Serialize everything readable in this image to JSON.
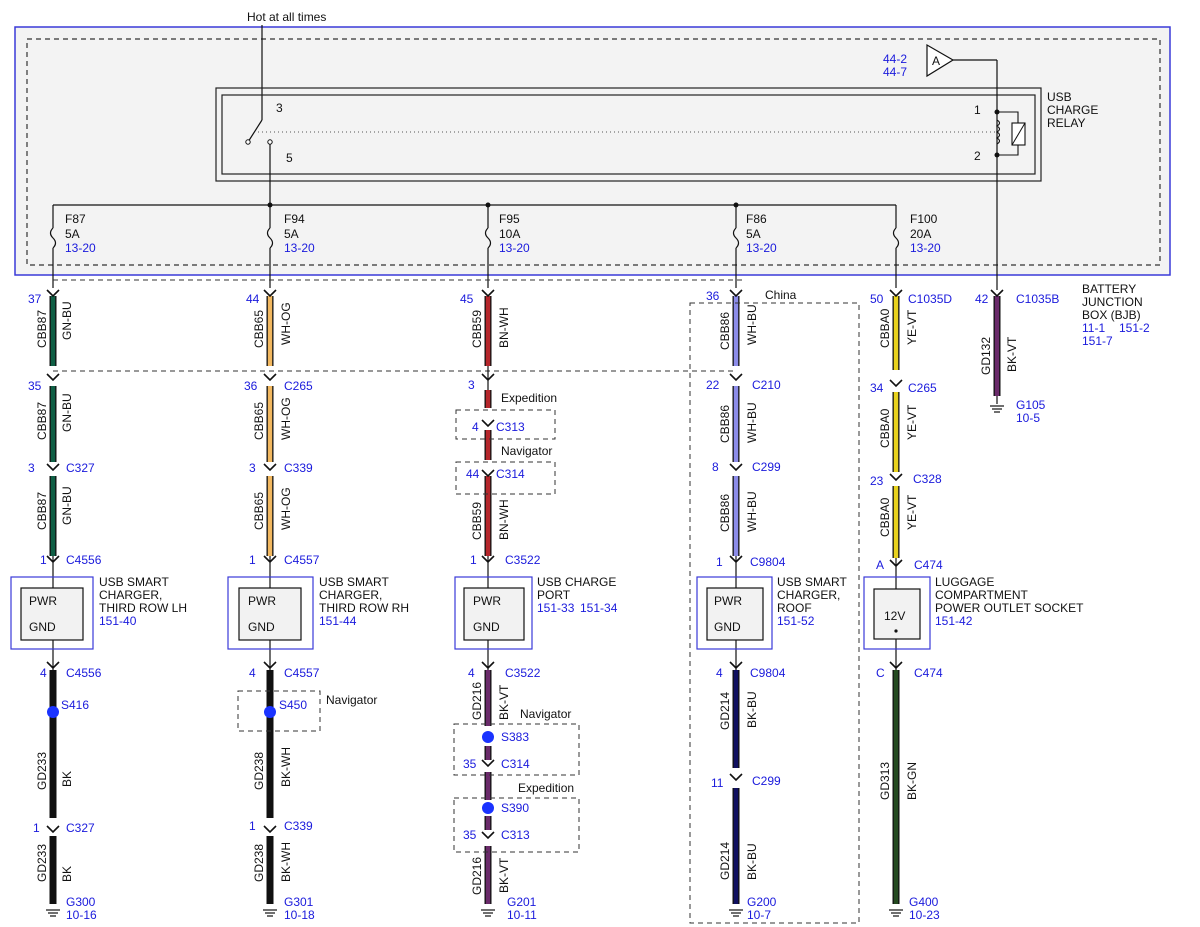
{
  "colors": {
    "blue_ref": "#1a1adc",
    "bjb_border": "#3a3ad8",
    "GN-BU": "#0f5f45",
    "WH-OG": "#f2b860",
    "BN-WH": "#b5262b",
    "WH-BU": "#8c8ce8",
    "YE-VT": "#e8d21e",
    "BK-VT": "#6a2a6a",
    "BK": "#111111",
    "BK-WH": "#111111",
    "BK-BU": "#101060",
    "BK-GN": "#244a20",
    "splice": "#1a33ff"
  },
  "header": {
    "hot_label": "Hot at all times"
  },
  "bjb": {
    "label_lines": [
      "BATTERY",
      "JUNCTION",
      "BOX (BJB)"
    ],
    "refs": [
      "11-1",
      "151-2",
      "151-7"
    ]
  },
  "relay": {
    "label_lines": [
      "USB",
      "CHARGE",
      "RELAY"
    ],
    "pin3": "3",
    "pin5": "5",
    "pin1": "1",
    "pin2": "2",
    "ref_a": "A",
    "refs": [
      "44-2",
      "44-7"
    ]
  },
  "fuses": [
    {
      "name": "F87",
      "rating": "5A",
      "ref": "13-20"
    },
    {
      "name": "F94",
      "rating": "5A",
      "ref": "13-20"
    },
    {
      "name": "F95",
      "rating": "10A",
      "ref": "13-20"
    },
    {
      "name": "F86",
      "rating": "5A",
      "ref": "13-20"
    },
    {
      "name": "F100",
      "rating": "20A",
      "ref": "13-20"
    }
  ],
  "col1": {
    "pin_top": "37",
    "w1": {
      "circuit": "CBB87",
      "color": "GN-BU"
    },
    "c2_pin": "35",
    "w2": {
      "circuit": "CBB87",
      "color": "GN-BU"
    },
    "c3_pin": "3",
    "c3_name": "C327",
    "w3": {
      "circuit": "CBB87",
      "color": "GN-BU"
    },
    "c4_pin": "1",
    "c4_name": "C4556",
    "comp": {
      "l1": "USB SMART",
      "l2": "CHARGER,",
      "l3": "THIRD ROW LH",
      "ref": "151-40",
      "pwr": "PWR",
      "gnd": "GND"
    },
    "c5_pin": "4",
    "c5_name": "C4556",
    "splice": "S416",
    "w4": {
      "circuit": "GD233",
      "color": "BK"
    },
    "c6_pin": "1",
    "c6_name": "C327",
    "w5": {
      "circuit": "GD233",
      "color": "BK"
    },
    "ground": "G300",
    "ground_ref": "10-16"
  },
  "col2": {
    "pin_top": "44",
    "w1": {
      "circuit": "CBB65",
      "color": "WH-OG"
    },
    "c2_pin": "36",
    "c2_name": "C265",
    "w2": {
      "circuit": "CBB65",
      "color": "WH-OG"
    },
    "c3_pin": "3",
    "c3_name": "C339",
    "w3": {
      "circuit": "CBB65",
      "color": "WH-OG"
    },
    "c4_pin": "1",
    "c4_name": "C4557",
    "comp": {
      "l1": "USB SMART",
      "l2": "CHARGER,",
      "l3": "THIRD ROW RH",
      "ref": "151-44",
      "pwr": "PWR",
      "gnd": "GND"
    },
    "c5_pin": "4",
    "c5_name": "C4557",
    "splice": "S450",
    "option": "Navigator",
    "w4": {
      "circuit": "GD238",
      "color": "BK-WH"
    },
    "c6_pin": "1",
    "c6_name": "C339",
    "w5": {
      "circuit": "GD238",
      "color": "BK-WH"
    },
    "ground": "G301",
    "ground_ref": "10-18"
  },
  "col3": {
    "pin_top": "45",
    "w1": {
      "circuit": "CBB59",
      "color": "BN-WH"
    },
    "c2_pin": "3",
    "opt1": "Expedition",
    "c313_pin": "4",
    "c313_name": "C313",
    "opt2": "Navigator",
    "c314_pin": "44",
    "c314_name": "C314",
    "w3": {
      "circuit": "CBB59",
      "color": "BN-WH"
    },
    "c4_pin": "1",
    "c4_name": "C3522",
    "comp": {
      "l1": "USB CHARGE",
      "l2": "PORT",
      "ref1": "151-33",
      "ref2": "151-34",
      "pwr": "PWR",
      "gnd": "GND"
    },
    "c5_pin": "4",
    "c5_name": "C3522",
    "w4": {
      "circuit": "GD216",
      "color": "BK-VT"
    },
    "opt3": "Navigator",
    "s383": "S383",
    "c314b_pin": "35",
    "c314b_name": "C314",
    "opt4": "Expedition",
    "s390": "S390",
    "c313b_pin": "35",
    "c313b_name": "C313",
    "w5": {
      "circuit": "GD216",
      "color": "BK-VT"
    },
    "ground": "G201",
    "ground_ref": "10-11"
  },
  "col4": {
    "pin_top": "36",
    "option": "China",
    "w1": {
      "circuit": "CBB86",
      "color": "WH-BU"
    },
    "c2_pin": "22",
    "c2_name": "C210",
    "w2": {
      "circuit": "CBB86",
      "color": "WH-BU"
    },
    "c3_pin": "8",
    "c3_name": "C299",
    "w3": {
      "circuit": "CBB86",
      "color": "WH-BU"
    },
    "c4_pin": "1",
    "c4_name": "C9804",
    "comp": {
      "l1": "USB SMART",
      "l2": "CHARGER,",
      "l3": "ROOF",
      "ref": "151-52",
      "pwr": "PWR",
      "gnd": "GND"
    },
    "c5_pin": "4",
    "c5_name": "C9804",
    "w4": {
      "circuit": "GD214",
      "color": "BK-BU"
    },
    "c6_pin": "11",
    "c6_name": "C299",
    "w5": {
      "circuit": "GD214",
      "color": "BK-BU"
    },
    "ground": "G200",
    "ground_ref": "10-7"
  },
  "col5": {
    "pin_top": "50",
    "c1_name": "C1035D",
    "w1": {
      "circuit": "CBBA0",
      "color": "YE-VT"
    },
    "c2_pin": "34",
    "c2_name": "C265",
    "w2": {
      "circuit": "CBBA0",
      "color": "YE-VT"
    },
    "c3_pin": "23",
    "c3_name": "C328",
    "w3": {
      "circuit": "CBBA0",
      "color": "YE-VT"
    },
    "c4_pin": "A",
    "c4_name": "C474",
    "comp": {
      "l1": "LUGGAGE",
      "l2": "COMPARTMENT",
      "l3": "POWER OUTLET SOCKET",
      "ref": "151-42",
      "inner": "12V"
    },
    "c5_pin": "C",
    "c5_name": "C474",
    "w4": {
      "circuit": "GD313",
      "color": "BK-GN"
    },
    "ground": "G400",
    "ground_ref": "10-23"
  },
  "col6": {
    "pin_top": "42",
    "c1_name": "C1035B",
    "w1": {
      "circuit": "GD132",
      "color": "BK-VT"
    },
    "ground": "G105",
    "ground_ref": "10-5"
  }
}
